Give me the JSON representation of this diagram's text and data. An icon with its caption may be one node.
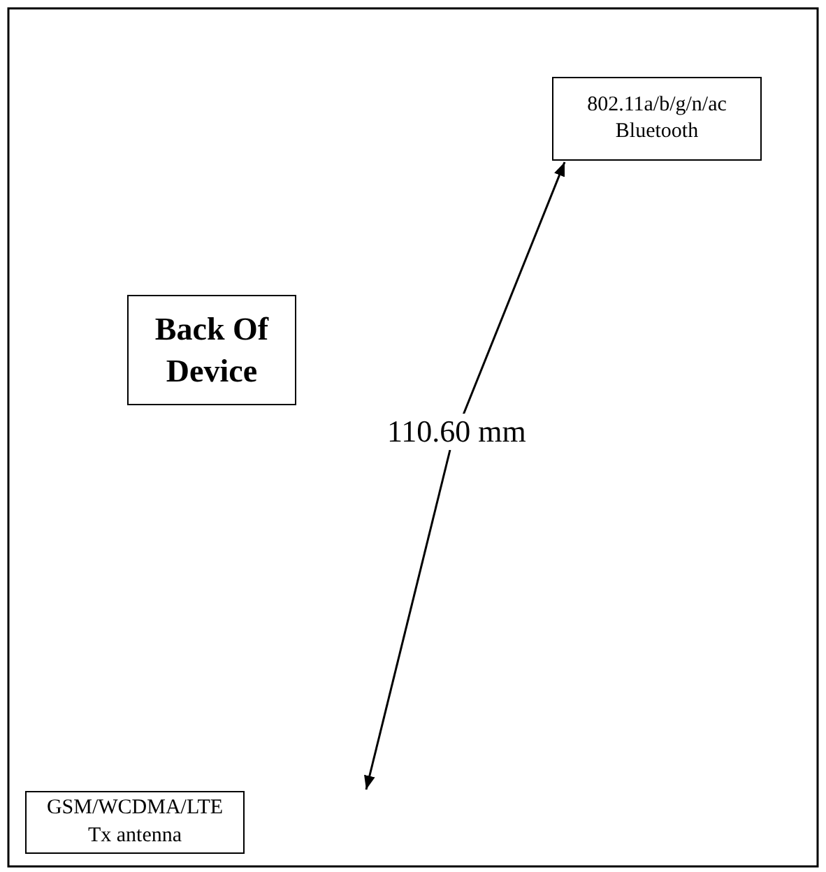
{
  "diagram": {
    "nodes": [
      {
        "text": [
          "Back Of Device"
        ]
      },
      {
        "text": [
          "802.11a/b/g/n/ac Bluetooth"
        ]
      },
      {
        "text": [
          "GSM/WCDMA/LTE Tx antenna"
        ]
      }
    ],
    "labels": [
      "110.60 mm"
    ]
  }
}
